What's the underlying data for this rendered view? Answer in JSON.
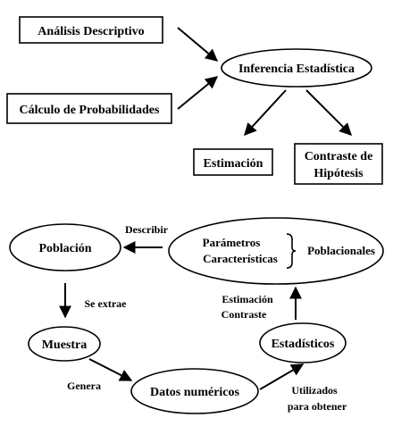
{
  "top": {
    "analisis_descriptivo": "Análisis Descriptivo",
    "calculo_probabilidades": "Cálculo de Probabilidades",
    "inferencia_estadistica": "Inferencia Estadística",
    "estimacion": "Estimación",
    "contraste_line1": "Contraste de",
    "contraste_line2": "Hipótesis"
  },
  "cycle": {
    "poblacion": "Población",
    "parametros": "Parámetros",
    "caracteristicas": "Características",
    "poblacionales": "Poblacionales",
    "describir": "Describir",
    "se_extrae": "Se extrae",
    "muestra": "Muestra",
    "genera": "Genera",
    "datos_numericos": "Datos numéricos",
    "utilizados": "Utilizados",
    "para_obtener": "para obtener",
    "estadisticos": "Estadísticos",
    "estimacion": "Estimación",
    "contraste": "Contraste"
  }
}
